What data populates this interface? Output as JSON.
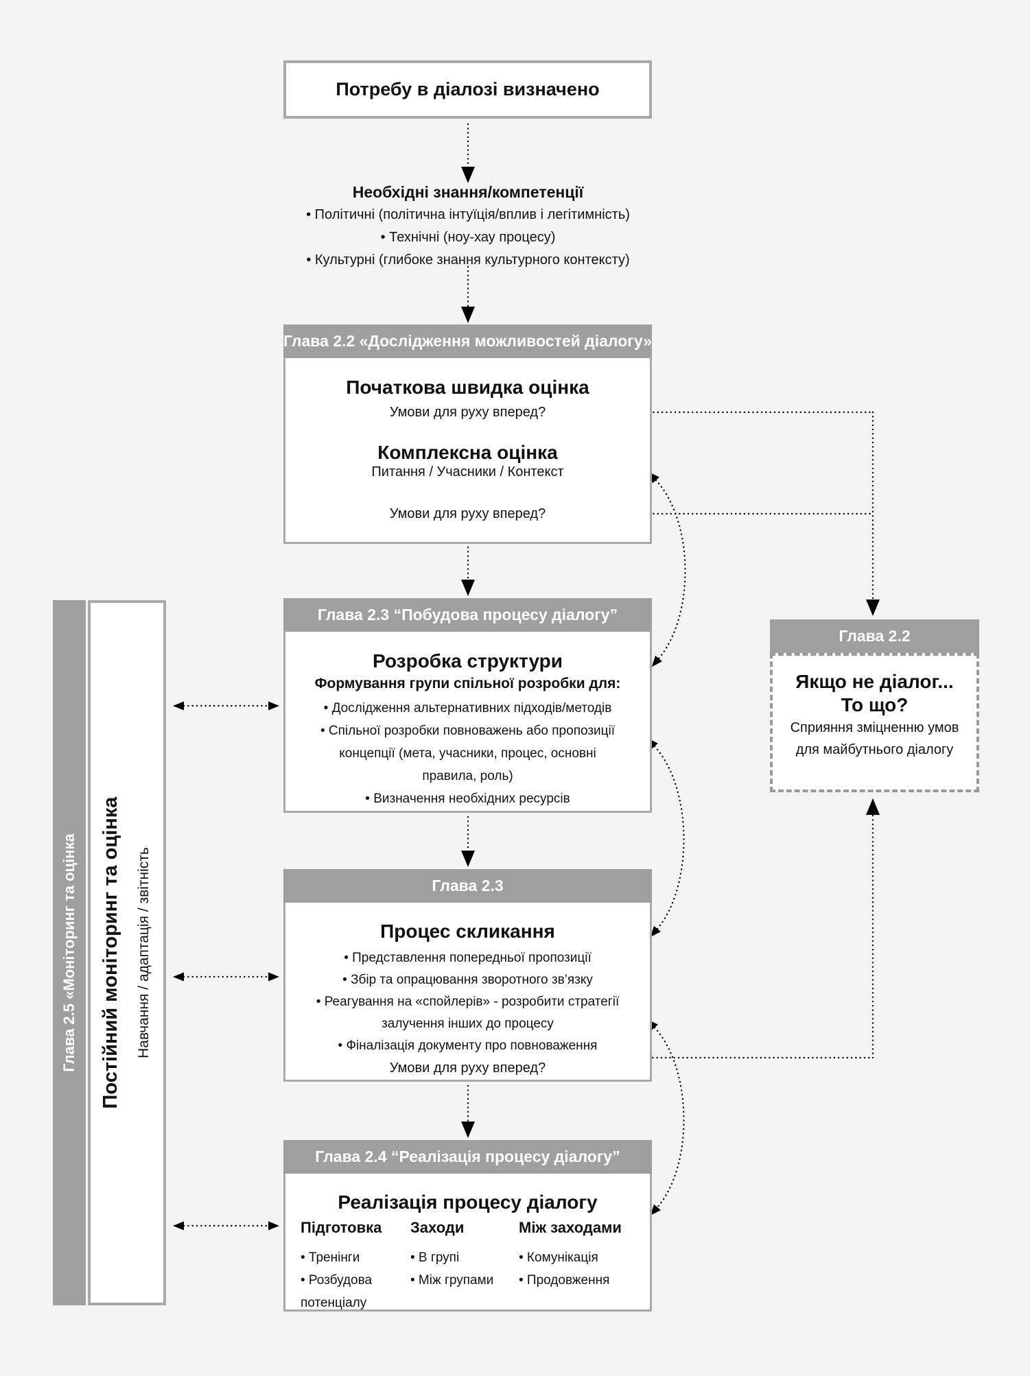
{
  "palette": {
    "background": "#f4f4f5",
    "box_border": "#a9a9a9",
    "header_bg": "#9f9f9f",
    "header_text": "#ffffff",
    "body_text": "#111111",
    "arrow": "#000000",
    "box_bg": "#ffffff"
  },
  "top_box": {
    "label": "Потребу в діалозі визначено"
  },
  "knowledge": {
    "title": "Необхідні знання/компетенції",
    "items": [
      "• Політичні (політична інтуїція/вплив і легітимність)",
      "• Технічні (ноу-хау процесу)",
      "• Культурні (глибоке знання культурного контексту)"
    ]
  },
  "box_explore": {
    "header": "Глава 2.2 «Дослідження можливостей діалогу»",
    "step1_title": "Початкова швидка оцінка",
    "step1_question": "Умови для руху вперед?",
    "step2_title": "Комплексна оцінка",
    "step2_subtitle": "Питання / Учасники / Контекст",
    "step2_question": "Умови для руху вперед?"
  },
  "box_design": {
    "header": "Глава 2.3 “Побудова процесу діалогу”",
    "title": "Розробка структури",
    "subtitle": "Формування групи спільної розробки для:",
    "lines": [
      "• Дослідження альтернативних підходів/методів",
      "• Спільної розробки повноважень або пропозиції",
      "концепції (мета, учасники, процес, основні",
      "правила, роль)",
      "• Визначення необхідних ресурсів"
    ]
  },
  "box_convene": {
    "header": "Глава 2.3",
    "title": "Процес скликання",
    "lines": [
      "• Представлення попередньої пропозиції",
      "• Збір та опрацювання зворотного зв’язку",
      "• Реагування на «спойлерів» - розробити стратегії",
      "залучення інших до процесу",
      "• Фіналізація документу про повноваження"
    ],
    "question": "Умови для руху вперед?"
  },
  "box_implement": {
    "header": "Глава 2.4 “Реалізація процесу діалогу”",
    "title": "Реалізація процесу діалогу",
    "col1_title": "Підготовка",
    "col2_title": "Заходи",
    "col3_title": "Між заходами",
    "col1_lines": [
      "• Тренінги",
      "• Розбудова",
      "потенціалу"
    ],
    "col2_lines": [
      "• В групі",
      "• Між групами"
    ],
    "col3_lines": [
      "• Комунікація",
      "• Продовження"
    ]
  },
  "box_alt": {
    "header": "Глава 2.2",
    "title_line1": "Якщо не діалог...",
    "title_line2": "То що?",
    "body_line1": "Сприяння зміцненню умов",
    "body_line2": "для майбутнього діалогу"
  },
  "sidebar": {
    "chapter_label": "Глава 2.5 «Моніторинг та оцінка",
    "title": "Постійний моніторинг та оцінка",
    "subtitle": "Навчання / адаптація / звітність"
  }
}
